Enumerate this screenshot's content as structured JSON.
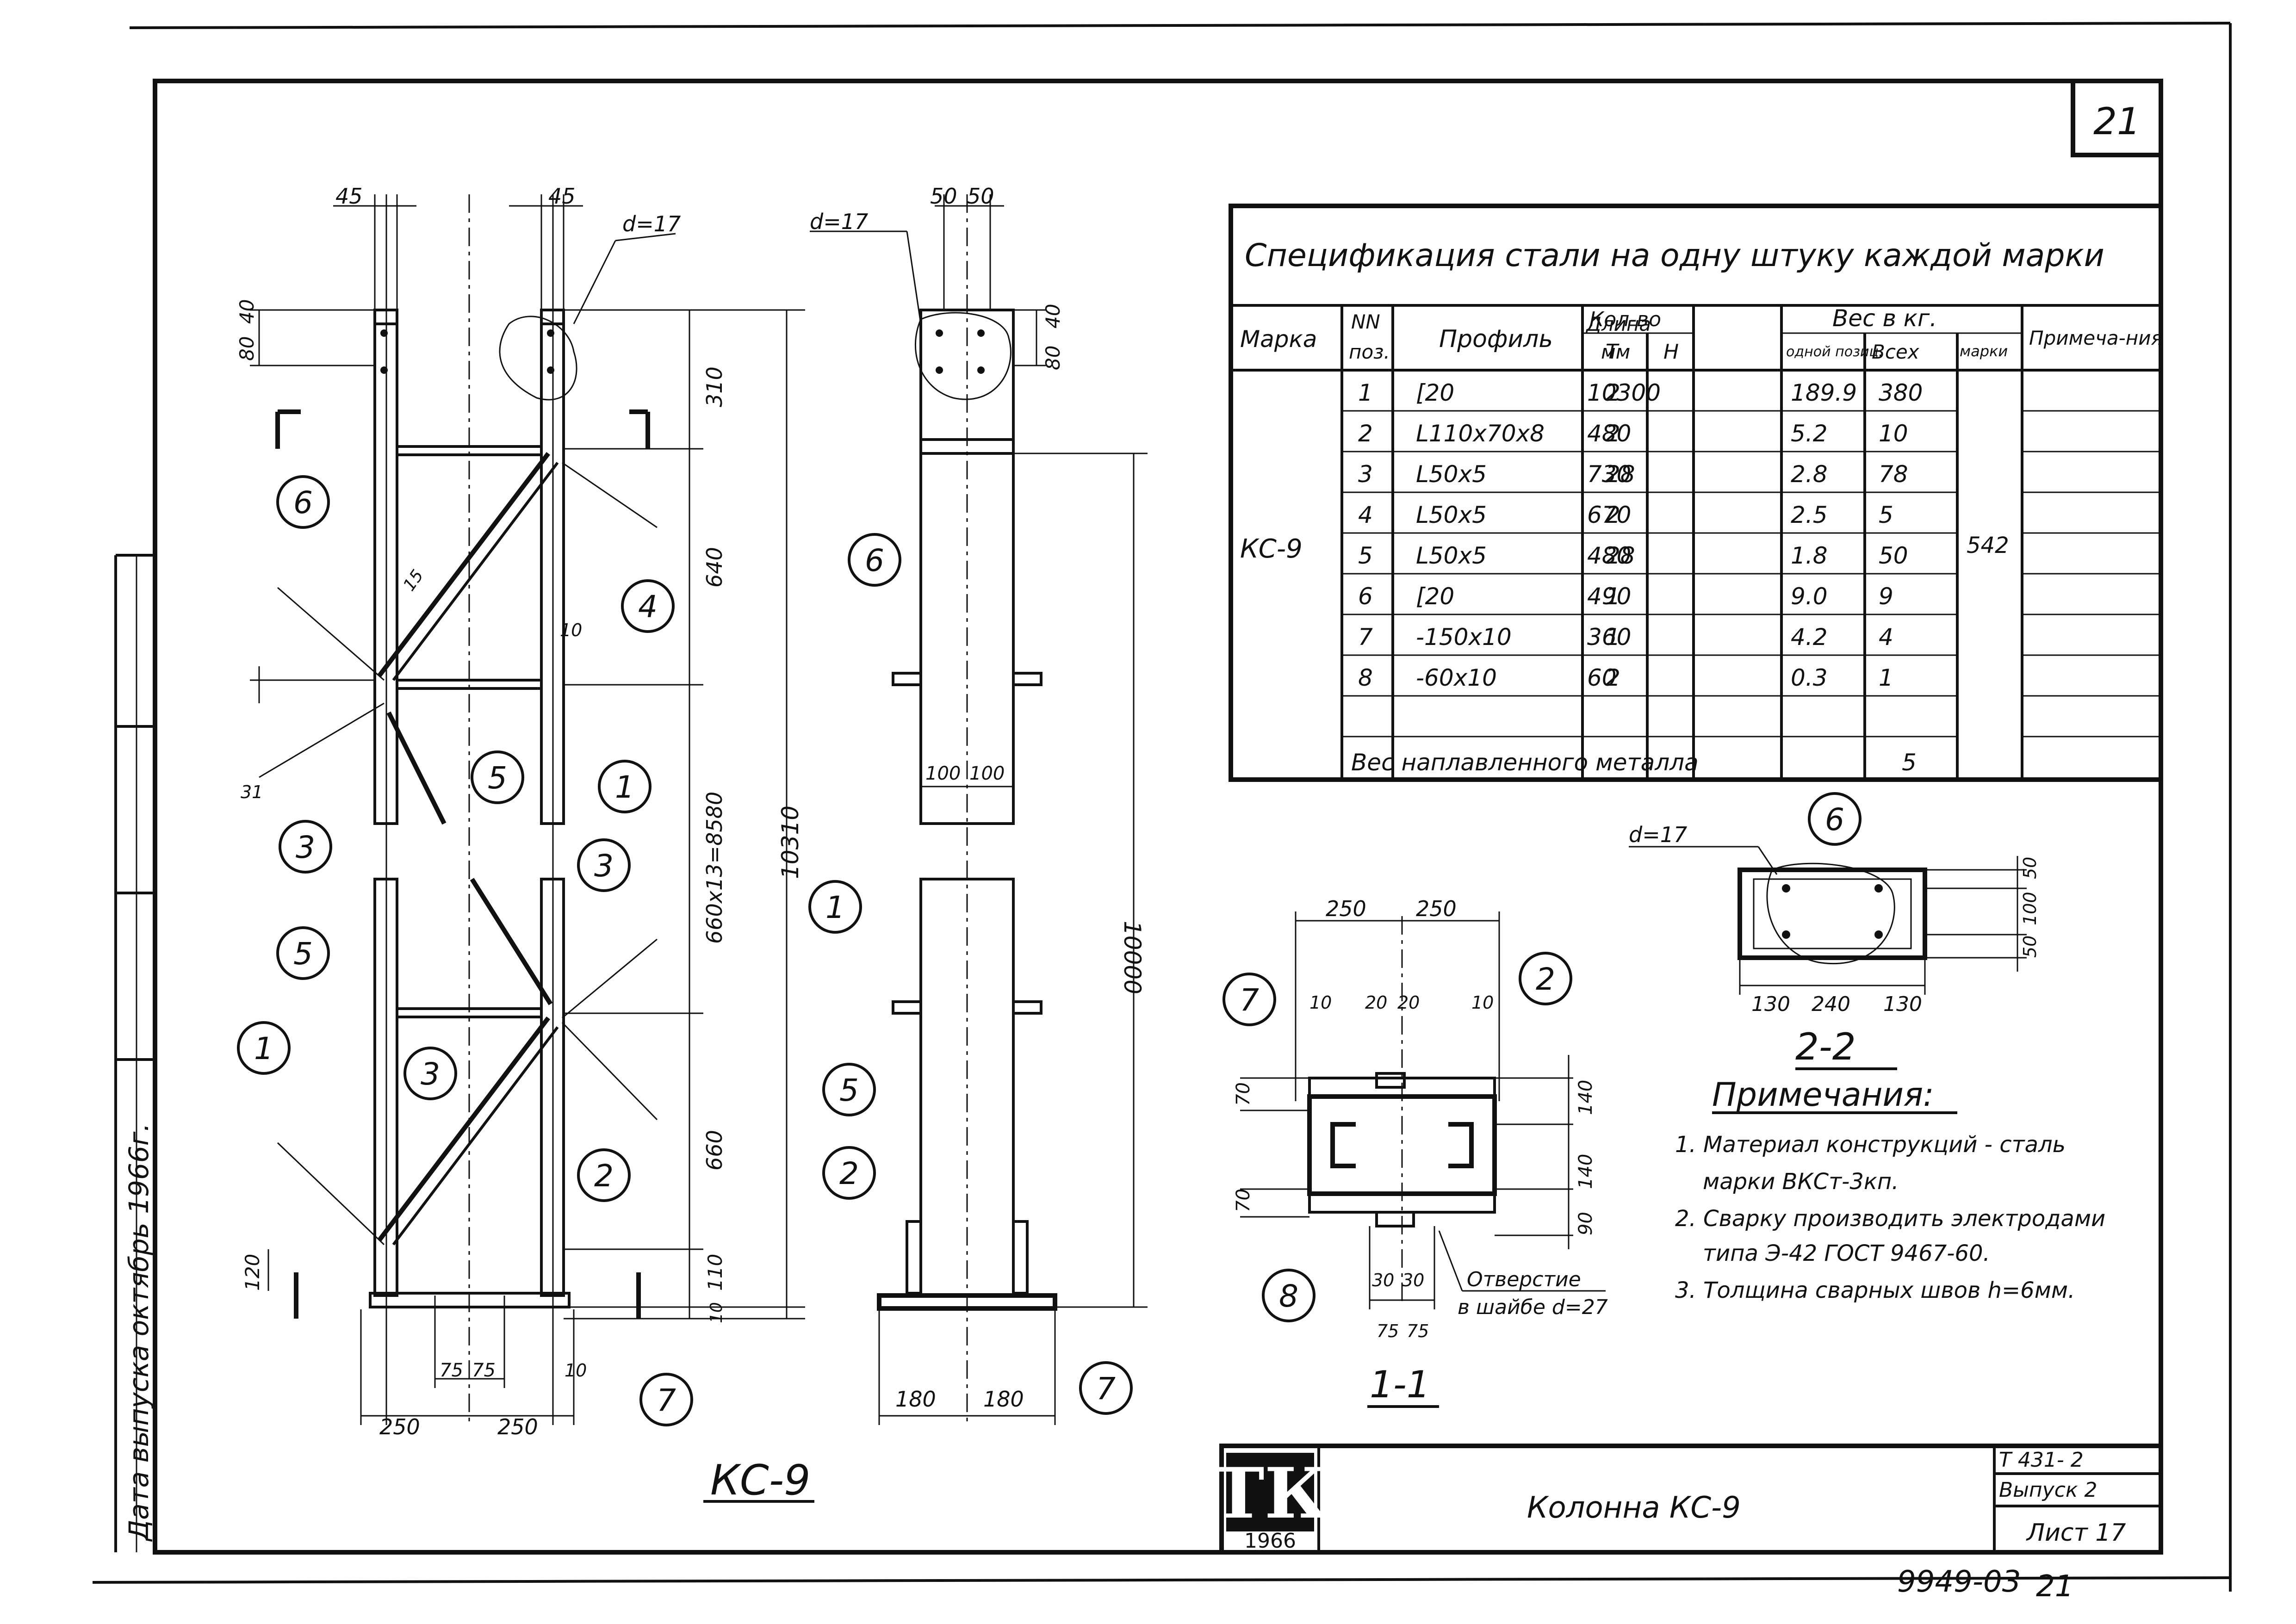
{
  "sheet_corner_number": "21",
  "spec": {
    "title": "Спецификация стали на одну штуку каждой марки",
    "headers": {
      "mark": "Марка",
      "pos_top": "NN",
      "pos_bottom": "поз.",
      "profile": "Профиль",
      "length_top": "Длина",
      "length_bottom": "мм",
      "qty": "Кол-во",
      "qty_t": "Т",
      "qty_n": "Н",
      "weight": "Вес в кг.",
      "w_one": "одной позиц.",
      "w_all": "Всех",
      "w_mark": "марки",
      "note": "Примеча-ния"
    },
    "mark": "КС-9",
    "mark_weight": "542",
    "rows": [
      {
        "pos": "1",
        "profile": "[20",
        "length": "10300",
        "qty": "2",
        "one": "189.9",
        "all": "380"
      },
      {
        "pos": "2",
        "profile": "L110x70x8",
        "length": "480",
        "qty": "2",
        "one": "5.2",
        "all": "10"
      },
      {
        "pos": "3",
        "profile": "L50x5",
        "length": "730",
        "qty": "28",
        "one": "2.8",
        "all": "78"
      },
      {
        "pos": "4",
        "profile": "L50x5",
        "length": "670",
        "qty": "2",
        "one": "2.5",
        "all": "5"
      },
      {
        "pos": "5",
        "profile": "L50x5",
        "length": "480",
        "qty": "28",
        "one": "1.8",
        "all": "50"
      },
      {
        "pos": "6",
        "profile": "[20",
        "length": "490",
        "qty": "1",
        "one": "9.0",
        "all": "9"
      },
      {
        "pos": "7",
        "profile": "-150x10",
        "length": "360",
        "qty": "1",
        "one": "4.2",
        "all": "4"
      },
      {
        "pos": "8",
        "profile": "-60x10",
        "length": "60",
        "qty": "2",
        "one": "0.3",
        "all": "1"
      }
    ],
    "weld_label": "Вес наплавленного металла",
    "weld_value": "5"
  },
  "notes": {
    "title": "Примечания:",
    "items": [
      "1. Материал конструкций - сталь",
      "марки ВКСт-3кп.",
      "2. Сварку производить электродами",
      "типа Э-42 ГОСТ 9467-60.",
      "3. Толщина сварных швов h=6мм."
    ]
  },
  "views": {
    "main_caption": "КС-9",
    "section_11": "1-1",
    "section_22": "2-2",
    "hole_note_1": "Отверстие",
    "hole_note_2": "в шайбе d=27"
  },
  "dims": {
    "d17": "d=17",
    "w45": "45",
    "w50": "50",
    "d80": "80",
    "d40": "40",
    "d310": "310",
    "d640": "640",
    "d660x13": "660x13=8580",
    "d660": "660",
    "d110": "110",
    "d10": "10",
    "d10310": "10310",
    "d10000": "10000",
    "d120": "120",
    "d250": "250",
    "d75": "75",
    "d100": "100",
    "d180": "180",
    "d30": "30",
    "d20": "20",
    "d70": "70",
    "d140": "140",
    "d130": "130",
    "d240": "240",
    "d90": "90",
    "d80s": "80",
    "d15": "15",
    "d31": "31"
  },
  "title_block": {
    "logo": "ТК",
    "logo_year": "1966",
    "name": "Колонна КС-9",
    "series": "Т 431- 2",
    "issue": "Выпуск 2",
    "sheet": "Лист 17"
  },
  "side_strip": {
    "date_label": "Дата выпуска октябрь 1966г."
  },
  "footer": {
    "code": "9949-03",
    "page": "21"
  },
  "balloons": [
    "1",
    "2",
    "3",
    "4",
    "5",
    "6",
    "7",
    "8"
  ]
}
